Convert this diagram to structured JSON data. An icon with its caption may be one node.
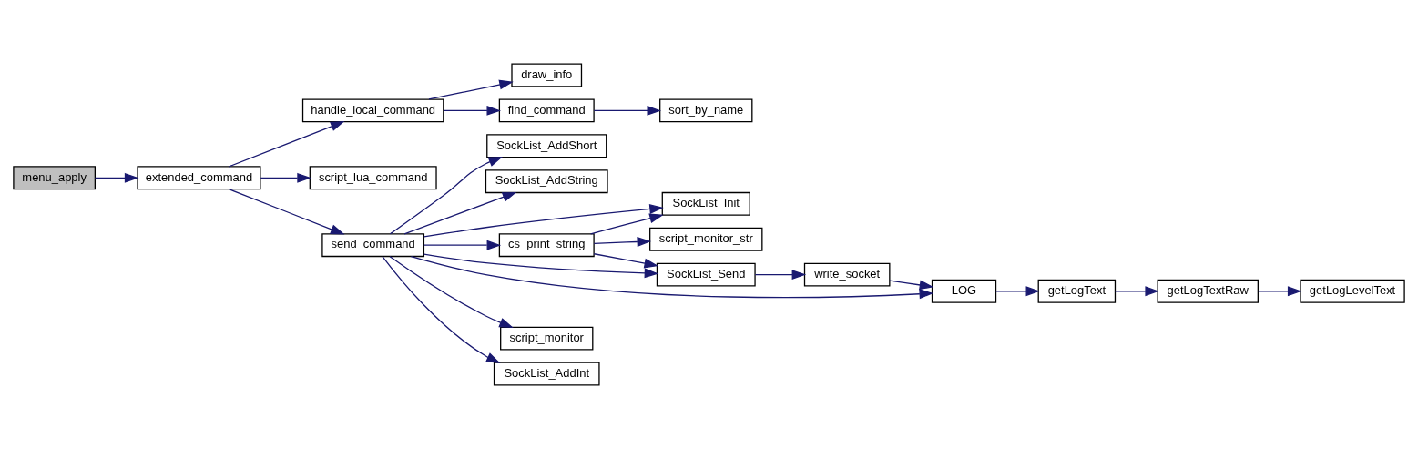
{
  "diagram": {
    "nodes": [
      {
        "text": [
          "menu_apply"
        ]
      },
      {
        "text": [
          "extended_command"
        ]
      },
      {
        "text": [
          "handle_local_command"
        ]
      },
      {
        "text": [
          "draw_info"
        ]
      },
      {
        "text": [
          "find_command"
        ]
      },
      {
        "text": [
          "sort_by_name"
        ]
      },
      {
        "text": [
          "script_lua_command"
        ]
      },
      {
        "text": [
          "send_command"
        ]
      },
      {
        "text": [
          "SockList_AddShort"
        ]
      },
      {
        "text": [
          "SockList_AddString"
        ]
      },
      {
        "text": [
          "SockList_Init"
        ]
      },
      {
        "text": [
          "cs_print_string"
        ]
      },
      {
        "text": [
          "script_monitor_str"
        ]
      },
      {
        "text": [
          "SockList_Send"
        ]
      },
      {
        "text": [
          "write_socket"
        ]
      },
      {
        "text": [
          "LOG"
        ]
      },
      {
        "text": [
          "getLogText"
        ]
      },
      {
        "text": [
          "getLogTextRaw"
        ]
      },
      {
        "text": [
          "getLogLevelText"
        ]
      },
      {
        "text": [
          "script_monitor"
        ]
      },
      {
        "text": [
          "SockList_AddInt"
        ]
      }
    ],
    "edges": [
      {
        "from": 0,
        "to": 1,
        "arrow": "to"
      },
      {
        "from": 1,
        "to": 2,
        "arrow": "to"
      },
      {
        "from": 1,
        "to": 6,
        "arrow": "to"
      },
      {
        "from": 1,
        "to": 7,
        "arrow": "to"
      },
      {
        "from": 2,
        "to": 3,
        "arrow": "to"
      },
      {
        "from": 2,
        "to": 4,
        "arrow": "to"
      },
      {
        "from": 4,
        "to": 5,
        "arrow": "to"
      },
      {
        "from": 7,
        "to": 8,
        "arrow": "to"
      },
      {
        "from": 7,
        "to": 9,
        "arrow": "to"
      },
      {
        "from": 7,
        "to": 10,
        "arrow": "to"
      },
      {
        "from": 7,
        "to": 11,
        "arrow": "to"
      },
      {
        "from": 7,
        "to": 13,
        "arrow": "to"
      },
      {
        "from": 7,
        "to": 15,
        "arrow": "to"
      },
      {
        "from": 7,
        "to": 19,
        "arrow": "to"
      },
      {
        "from": 7,
        "to": 20,
        "arrow": "to"
      },
      {
        "from": 11,
        "to": 10,
        "arrow": "to"
      },
      {
        "from": 11,
        "to": 12,
        "arrow": "to"
      },
      {
        "from": 11,
        "to": 13,
        "arrow": "to"
      },
      {
        "from": 13,
        "to": 14,
        "arrow": "to"
      },
      {
        "from": 14,
        "to": 15,
        "arrow": "to"
      },
      {
        "from": 15,
        "to": 16,
        "arrow": "to"
      },
      {
        "from": 16,
        "to": 17,
        "arrow": "to"
      },
      {
        "from": 17,
        "to": 18,
        "arrow": "to"
      }
    ]
  }
}
